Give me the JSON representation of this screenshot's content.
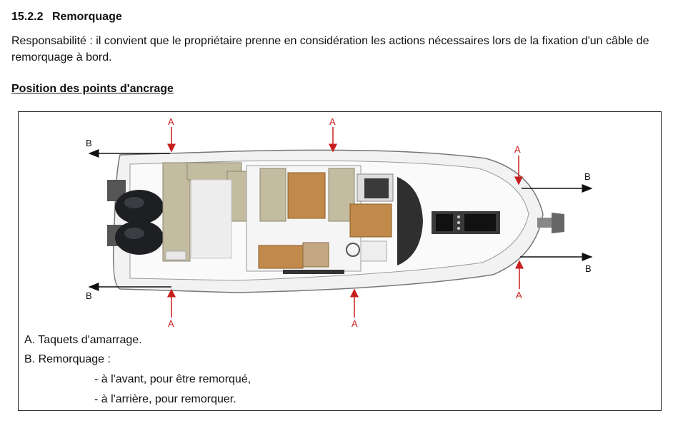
{
  "section": {
    "number": "15.2.2",
    "title": "Remorquage"
  },
  "intro": "Responsabilité : il convient que le propriétaire prenne en considération les actions nécessaires lors de la fixation d'un câble de remorquage à bord.",
  "subheading": "Position des points d'ancrage",
  "diagram": {
    "label_A": "A",
    "label_B": "B",
    "colors": {
      "cleat_arrow": "#c81e1e",
      "tow_arrow": "#111111"
    }
  },
  "legend": {
    "a": "A. Taquets d'amarrage.",
    "b": "B. Remorquage :",
    "items": [
      "-  à l'avant, pour être remorqué,",
      "-  à l'arrière, pour remorquer."
    ]
  }
}
